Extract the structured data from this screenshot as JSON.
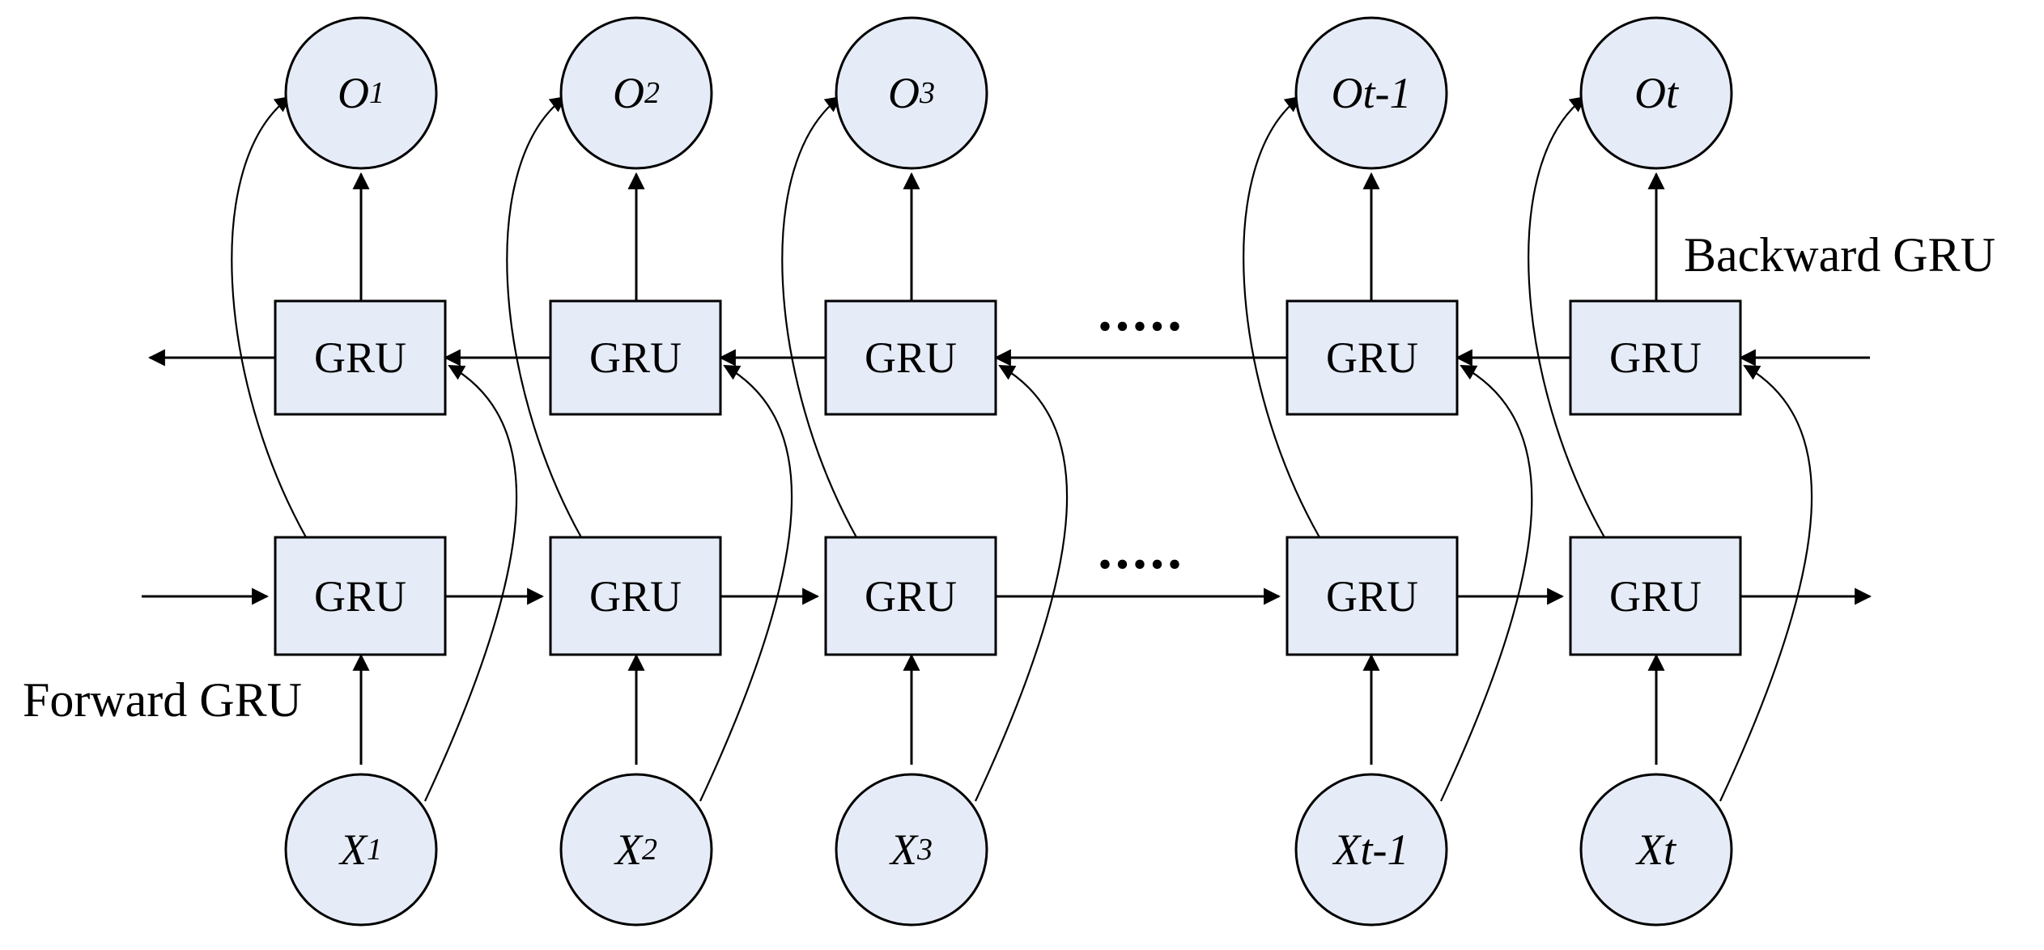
{
  "labels": {
    "backward": "Backward GRU",
    "forward": "Forward GRU"
  },
  "ellipsis": ".....",
  "unit_label": "GRU",
  "columns": [
    {
      "output": "O",
      "output_sub": "1",
      "input": "X",
      "input_sub": "1"
    },
    {
      "output": "O",
      "output_sub": "2",
      "input": "X",
      "input_sub": "2"
    },
    {
      "output": "O",
      "output_sub": "3",
      "input": "X",
      "input_sub": "3"
    },
    {
      "output": "Ot-1",
      "output_sub": "",
      "input": "Xt-1",
      "input_sub": ""
    },
    {
      "output": "Ot",
      "output_sub": "",
      "input": "Xt",
      "input_sub": ""
    }
  ],
  "colors": {
    "fill": "#e6ecf7",
    "stroke": "#000000"
  }
}
